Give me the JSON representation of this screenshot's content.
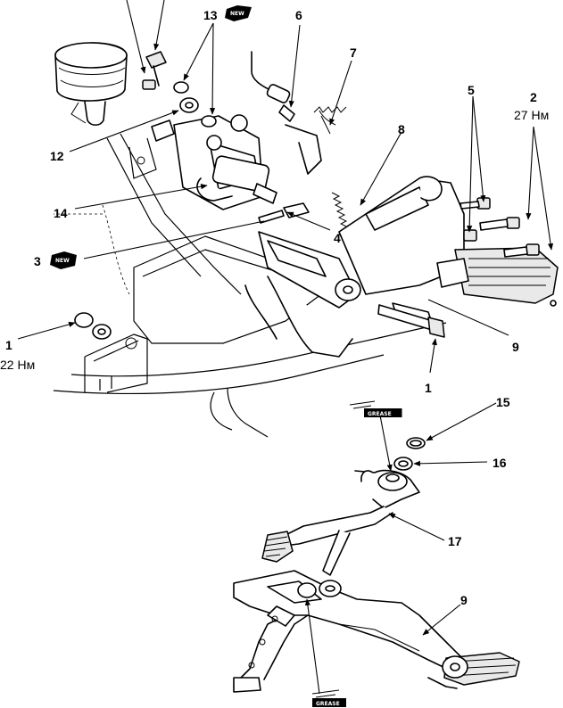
{
  "figure": {
    "callouts": {
      "c1_upper": "1",
      "c1_lower": "1",
      "c2": "2",
      "c3": "3",
      "c4": "4",
      "c5": "5",
      "c6": "6",
      "c7": "7",
      "c8": "8",
      "c9_upper": "9",
      "c9_lower": "9",
      "c12": "12",
      "c13": "13",
      "c14": "14",
      "c15": "15",
      "c16": "16",
      "c17": "17"
    },
    "torque": {
      "t1": "22 Нм",
      "t2": "27 Нм"
    },
    "badges": {
      "new_top": "NEW",
      "new_left": "NEW",
      "grease_top": "GREASE",
      "grease_bottom": "GREASE"
    }
  }
}
